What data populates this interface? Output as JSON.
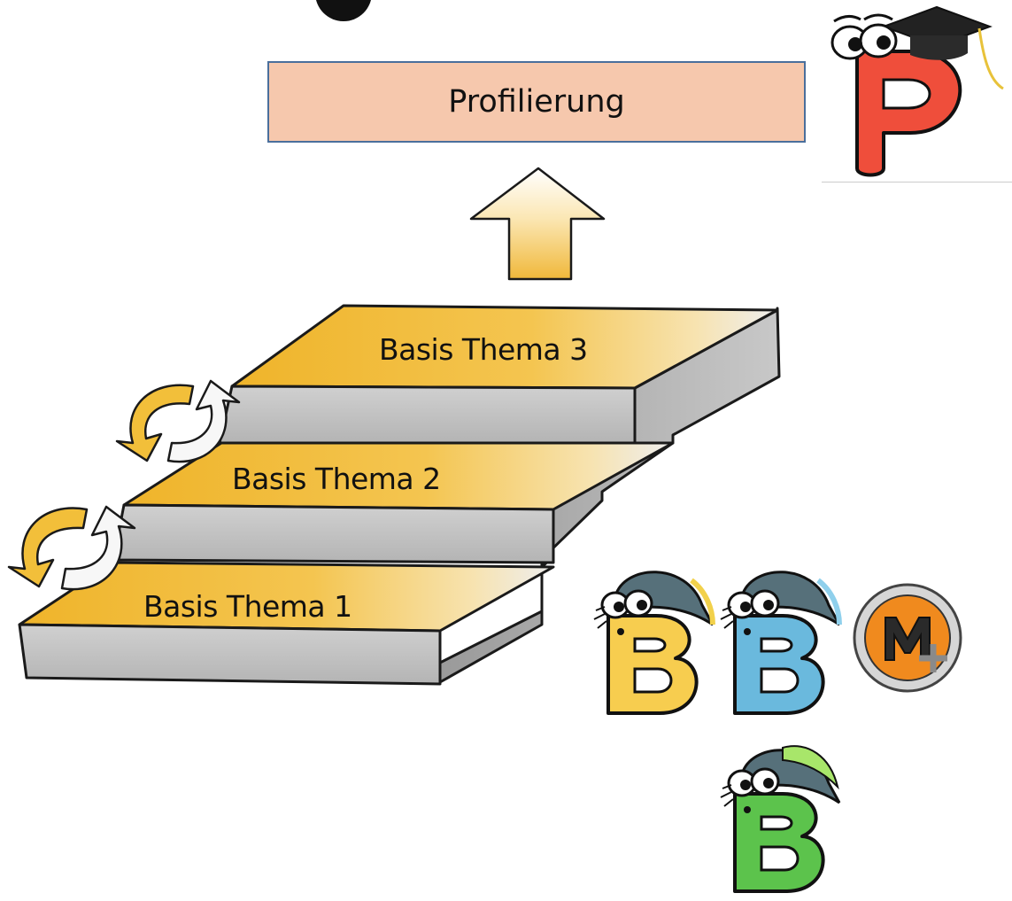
{
  "diagram": {
    "top_box": {
      "label": "Profilierung",
      "fill": "#f6c8ad",
      "border": "#4a6f9c"
    },
    "steps": [
      {
        "label": "Basis Thema 1"
      },
      {
        "label": "Basis Thema 2"
      },
      {
        "label": "Basis Thema 3"
      }
    ],
    "colors": {
      "step_top": "#f1b92d",
      "step_face": "#c4c4c4",
      "outline": "#1a1a1a",
      "arrow": "#f2bf3a"
    },
    "icons": {
      "profil_character": {
        "name": "graduate-p-character-icon",
        "letter": "P",
        "color": "#ef4e3b"
      },
      "basis_yellow": {
        "name": "basis-b-yellow-character-icon",
        "letter": "B",
        "color": "#f7cd4f"
      },
      "basis_blue": {
        "name": "basis-b-blue-character-icon",
        "letter": "B",
        "color": "#6ab9dd"
      },
      "basis_green": {
        "name": "basis-b-green-character-icon",
        "letter": "B",
        "color": "#5cc34c"
      },
      "mplus_badge": {
        "name": "m-plus-badge-icon",
        "letter": "M",
        "color": "#f08a1e"
      }
    }
  }
}
